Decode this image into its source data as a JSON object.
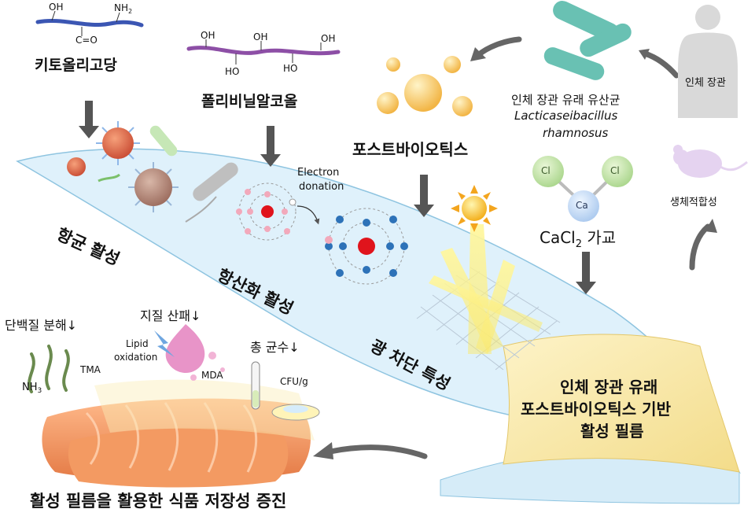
{
  "materials": {
    "chitosan": "키토올리고당",
    "pva": "폴리비닐알코올",
    "postbiotics": "포스트바이오틱스",
    "cacl2_prefix": "CaCl",
    "cacl2_sub": "2",
    "cacl2_suffix": " 가교"
  },
  "chem": {
    "oh": "OH",
    "nh2_prefix": "NH",
    "nh2_sub": "2",
    "co": "C=O",
    "ho": "HO",
    "cl": "Cl",
    "ca": "Ca"
  },
  "origin": {
    "human_gut": "인체 장관",
    "desc": "인체 장관 유래 유산균",
    "species_line1": "Lacticaseibacillus",
    "species_line2": "rhamnosus",
    "biosynthesis": "생체적합성"
  },
  "film": {
    "antibacterial": "항균 활성",
    "antioxidant": "항산화 활성",
    "light_block": "광 차단 특성",
    "electron_donation_l1": "Electron",
    "electron_donation_l2": "donation",
    "title_l1": "인체 장관 유래",
    "title_l2": "포스트바이오틱스 기반",
    "title_l3": "활성 필름"
  },
  "food": {
    "protein": "단백질 분해↓",
    "lipid": "지질 산패↓",
    "count": "총 균수↓",
    "lipid_ox_l1": "Lipid",
    "lipid_ox_l2": "oxidation",
    "mda": "MDA",
    "tma": "TMA",
    "nh3_prefix": "NH",
    "nh3_sub": "3",
    "cfu": "CFU/g",
    "conclusion": "활성 필름을 활용한 식품 저장성 증진"
  },
  "colors": {
    "film": "#dff1fb",
    "film_edge": "#8ec4e0",
    "film_fold": "#fbeeb8",
    "chitosan_chain": "#3b56b3",
    "pva_chain": "#8d4fa6",
    "postbiotic": "#f6c85a",
    "bacteria": "#69c1b3",
    "virus": "#d85a45",
    "salmon": "#f2985c",
    "arrow": "#555555"
  }
}
